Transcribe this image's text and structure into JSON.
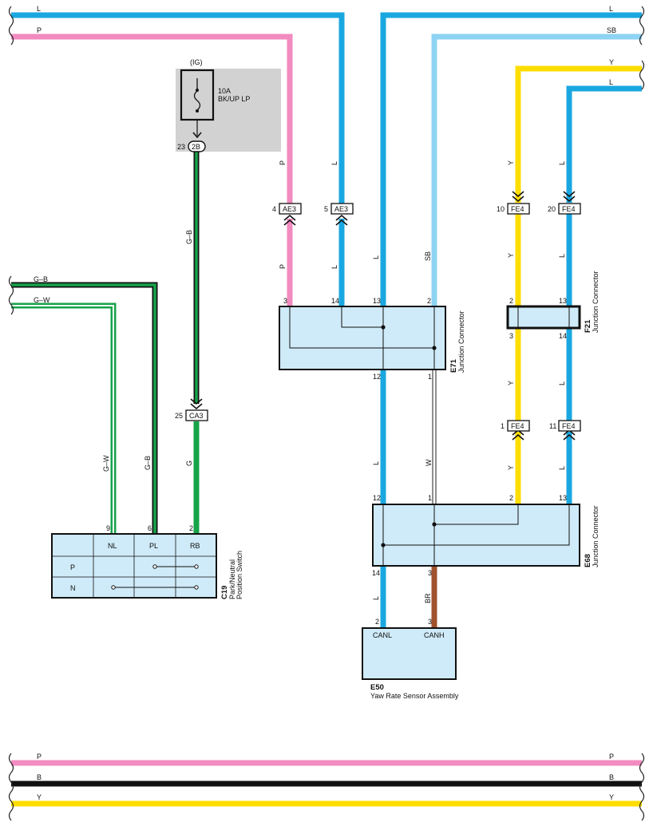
{
  "colors": {
    "L": "#1aa7e0",
    "P": "#f28bbf",
    "SB": "#8dd3f3",
    "Y": "#ffdd00",
    "G": "#17a34a",
    "BR": "#a0522d",
    "B": "#111111",
    "W": "#ffffff",
    "connector_fill": "#cfeaf8",
    "fuse_box_fill": "#d2d2d2"
  },
  "wires": {
    "top_L_left": "L",
    "top_P": "P",
    "top_L_right": "L",
    "top_SB": "SB",
    "top_Y": "Y",
    "top_L_far": "L",
    "left_GB": "G–B",
    "left_GW": "G–W",
    "pink_mid": "P",
    "pink_low": "P",
    "blue14_mid": "L",
    "blue14_low": "L",
    "sb_low": "SB",
    "blue13": "L",
    "gb_fuse": "G–B",
    "g_low": "G",
    "gw_v": "G–W",
    "gb_v": "G–B",
    "l_mid": "L",
    "w_mid": "W",
    "l_bottom": "L",
    "br_bottom": "BR",
    "y_top": "Y",
    "y_mid": "Y",
    "y_low": "Y",
    "l_top": "L",
    "l_mid2": "L",
    "l_low": "L",
    "bottom_P_left": "P",
    "bottom_P_right": "P",
    "bottom_B_left": "B",
    "bottom_B_right": "B",
    "bottom_Y_left": "Y",
    "bottom_Y_right": "Y"
  },
  "fuse": {
    "source": "(IG)",
    "rating": "10A",
    "name": "BK/UP LP",
    "pin": "23",
    "code": "2B"
  },
  "connectors": {
    "ae3_a": {
      "pin": "4",
      "code": "AE3"
    },
    "ae3_b": {
      "pin": "5",
      "code": "AE3"
    },
    "fe4_a": {
      "pin": "10",
      "code": "FE4"
    },
    "fe4_b": {
      "pin": "20",
      "code": "FE4"
    },
    "fe4_c": {
      "pin": "1",
      "code": "FE4"
    },
    "fe4_d": {
      "pin": "11",
      "code": "FE4"
    },
    "ca3": {
      "pin": "25",
      "code": "CA3"
    }
  },
  "e71": {
    "id": "E71",
    "name": "Junction Connector",
    "pins_top": [
      "3",
      "14",
      "13",
      "2"
    ],
    "pins_bottom": [
      "12",
      "1"
    ]
  },
  "f21": {
    "id": "F21",
    "name": "Junction Connector",
    "pins_top": [
      "2",
      "13"
    ],
    "pins_bottom": [
      "3",
      "14"
    ]
  },
  "e68": {
    "id": "E68",
    "name": "Junction Connector",
    "pins_top": [
      "12",
      "1",
      "2",
      "13"
    ],
    "pins_bottom": [
      "14",
      "3"
    ]
  },
  "e50": {
    "id": "E50",
    "name": "Yaw Rate Sensor Assembly",
    "pins": [
      "2",
      "3"
    ],
    "terminals": [
      "CANL",
      "CANH"
    ]
  },
  "c19": {
    "id": "C19",
    "name_line1": "Park/Neutral",
    "name_line2": "Position Switch",
    "pins": [
      "9",
      "6",
      "2"
    ],
    "columns": [
      "NL",
      "PL",
      "RB"
    ],
    "rows": [
      "P",
      "N"
    ]
  }
}
